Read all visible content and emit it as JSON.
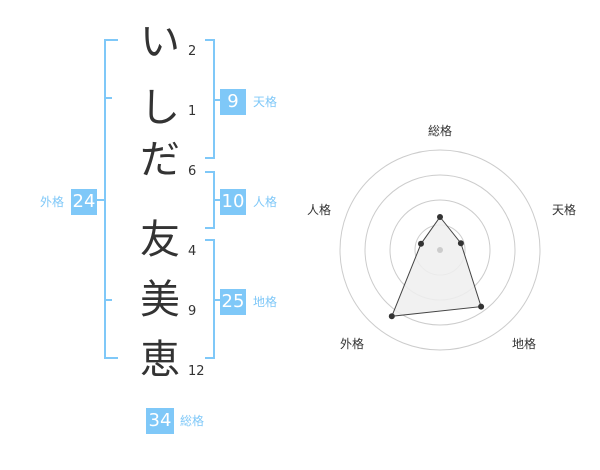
{
  "name": {
    "chars": [
      "い",
      "し",
      "だ",
      "友",
      "美",
      "恵"
    ],
    "strokes": [
      "2",
      "1",
      "6",
      "4",
      "9",
      "12"
    ]
  },
  "fortunes": {
    "tenkaku": {
      "value": "9",
      "label": "天格"
    },
    "jinkaku": {
      "value": "10",
      "label": "人格"
    },
    "chikaku": {
      "value": "25",
      "label": "地格"
    },
    "gaikaku": {
      "value": "24",
      "label": "外格"
    },
    "soukaku": {
      "value": "34",
      "label": "総格"
    }
  },
  "radar": {
    "labels": {
      "top": "総格",
      "right": "天格",
      "bottom_right": "地格",
      "bottom_left": "外格",
      "left": "人格"
    },
    "values": {
      "soukaku": 0.33,
      "tenkaku": 0.22,
      "chikaku": 0.7,
      "gaikaku": 0.82,
      "jinkaku": 0.2
    },
    "colors": {
      "accent": "#7fc8f8",
      "grid": "#cccccc",
      "fill": "#eeeeee"
    }
  }
}
